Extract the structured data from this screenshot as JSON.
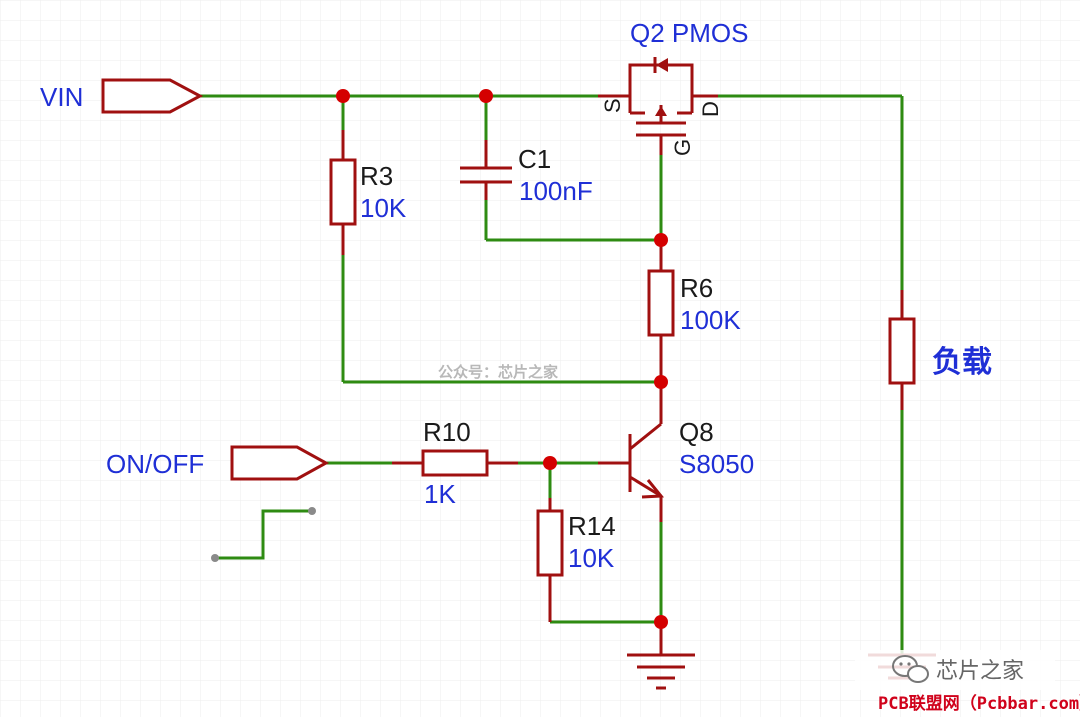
{
  "ports": {
    "vin": "VIN",
    "onoff": "ON/OFF"
  },
  "components": {
    "q2": {
      "designator": "Q2 PMOS",
      "pin_s": "S",
      "pin_d": "D",
      "pin_g": "G"
    },
    "c1": {
      "designator": "C1",
      "value": "100nF"
    },
    "r3": {
      "designator": "R3",
      "value": "10K"
    },
    "r6": {
      "designator": "R6",
      "value": "100K"
    },
    "r10": {
      "designator": "R10",
      "value": "1K"
    },
    "r14": {
      "designator": "R14",
      "value": "10K"
    },
    "q8": {
      "designator": "Q8",
      "value": "S8050"
    },
    "load": {
      "label": "负载"
    }
  },
  "watermark": {
    "center": "公众号：芯片之家",
    "corner": "芯片之家",
    "footer": "PCB联盟网（Pcbbar.com）"
  },
  "colors": {
    "wire": "#2e8b12",
    "component": "#a01010",
    "junction": "#d40000",
    "label": "#1f2fd6"
  }
}
